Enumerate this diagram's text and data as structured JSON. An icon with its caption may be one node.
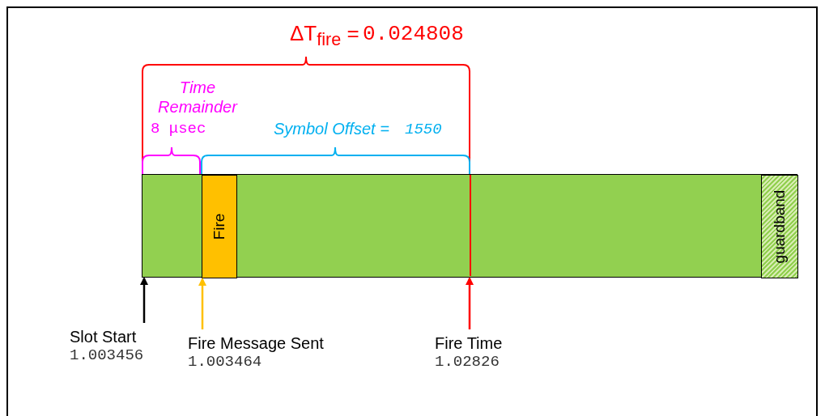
{
  "diagram": {
    "nodes": [
      {
        "text": [],
        "shape": "bar"
      },
      {
        "text": [
          "Fire"
        ],
        "in": 0
      },
      {
        "text": [
          "guardband"
        ],
        "in": 0
      },
      {
        "text": [
          "Slot Start",
          "1.003456"
        ]
      },
      {
        "text": [
          "Fire Message Sent",
          "1.003464"
        ]
      },
      {
        "text": [
          "Fire Time",
          "1.02826"
        ]
      }
    ],
    "edges": [
      {
        "from": 3,
        "to": 0,
        "arrow": "to",
        "color": "#000000"
      },
      {
        "from": 4,
        "to": 1,
        "arrow": "to",
        "color": "#ffc000"
      },
      {
        "from": 5,
        "to": 0,
        "arrow": "to",
        "color": "#ff0000"
      }
    ],
    "labels": [
      "ΔT$_{fire}$ =",
      "0.024808",
      "Time Remainder",
      "8 μsec",
      "Symbol Offset =",
      "1550"
    ]
  }
}
